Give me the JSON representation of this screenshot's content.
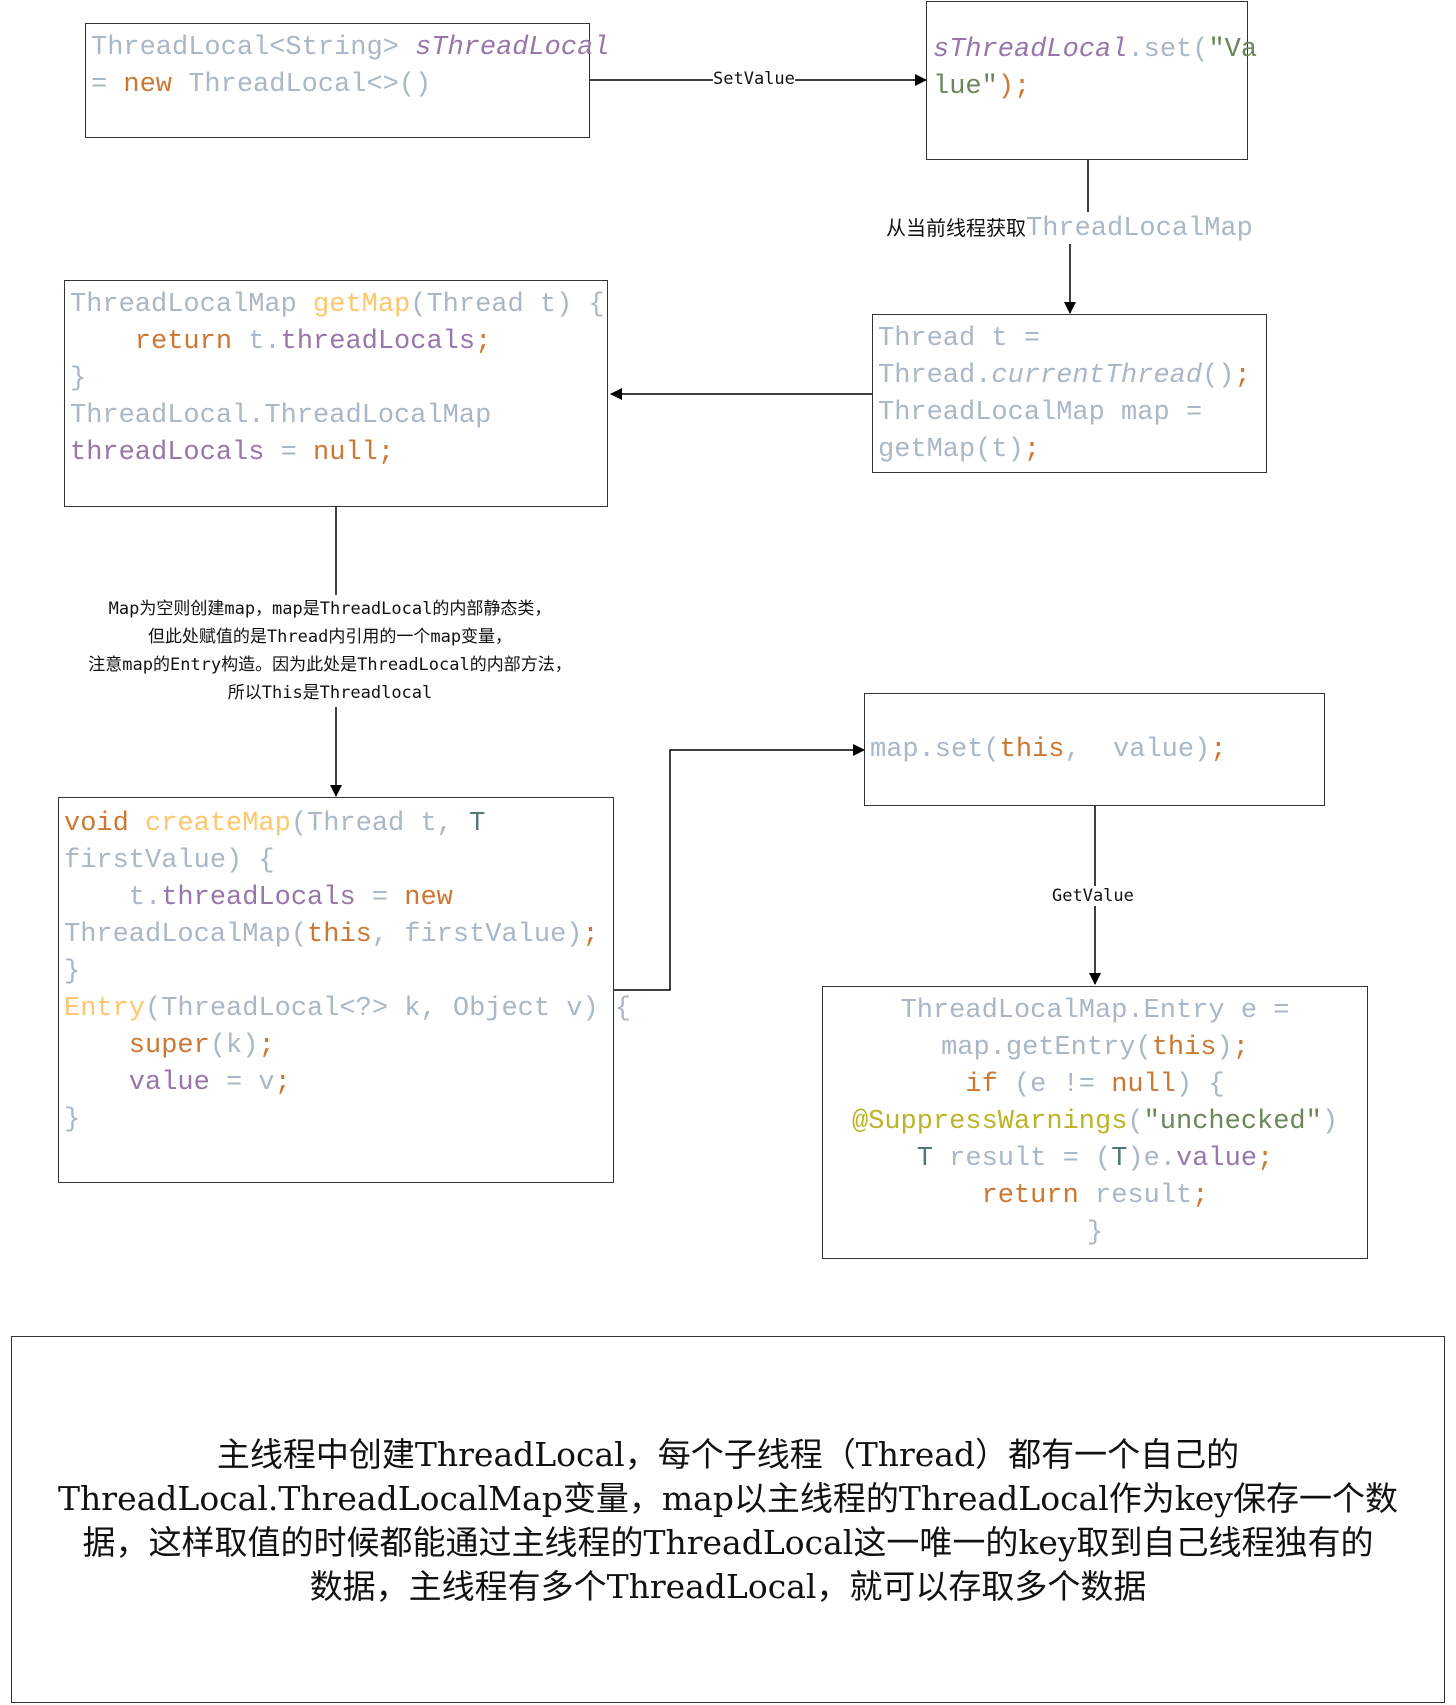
{
  "boxes": {
    "declare": {
      "lines": [
        [
          {
            "t": "ThreadLocal<String> ",
            "c": "g"
          },
          {
            "t": "sThreadLocal",
            "c": "it"
          }
        ],
        [
          {
            "t": "= ",
            "c": "g"
          },
          {
            "t": "new ",
            "c": "k"
          },
          {
            "t": "ThreadLocal<>()",
            "c": "g"
          }
        ]
      ]
    },
    "set_value": {
      "lines": [
        [
          {
            "t": "sThreadLocal",
            "c": "it"
          },
          {
            "t": ".set(",
            "c": "g"
          },
          {
            "t": "\"Va",
            "c": "s"
          }
        ],
        [
          {
            "t": "lue\"",
            "c": "s"
          },
          {
            "t": ");",
            "c": "k"
          }
        ]
      ]
    },
    "current_thread": {
      "lines": [
        [
          {
            "t": "Thread t =",
            "c": "g"
          }
        ],
        [
          {
            "t": "Thread.",
            "c": "g"
          },
          {
            "t": "currentThread",
            "c": "si"
          },
          {
            "t": "()",
            "c": "g"
          },
          {
            "t": ";",
            "c": "k"
          }
        ],
        [
          {
            "t": "ThreadLocalMap map =",
            "c": "g"
          }
        ],
        [
          {
            "t": "getMap(t)",
            "c": "g"
          },
          {
            "t": ";",
            "c": "k"
          }
        ]
      ]
    },
    "get_map": {
      "lines": [
        [
          {
            "t": "ThreadLocalMap ",
            "c": "g"
          },
          {
            "t": "getMap",
            "c": "f"
          },
          {
            "t": "(Thread t) {",
            "c": "g"
          }
        ],
        [
          {
            "t": "    return ",
            "c": "k"
          },
          {
            "t": "t.",
            "c": "g"
          },
          {
            "t": "threadLocals",
            "c": "v"
          },
          {
            "t": ";",
            "c": "k"
          }
        ],
        [
          {
            "t": "}",
            "c": "g"
          }
        ],
        [
          {
            "t": "ThreadLocal.ThreadLocalMap",
            "c": "g"
          }
        ],
        [
          {
            "t": "threadLocals",
            "c": "v"
          },
          {
            "t": " = ",
            "c": "g"
          },
          {
            "t": "null;",
            "c": "k"
          }
        ]
      ]
    },
    "create_map": {
      "lines": [
        [
          {
            "t": "void ",
            "c": "k"
          },
          {
            "t": "createMap",
            "c": "f"
          },
          {
            "t": "(Thread t, ",
            "c": "g"
          },
          {
            "t": "T",
            "c": "t"
          }
        ],
        [
          {
            "t": "firstValue) {",
            "c": "g"
          }
        ],
        [
          {
            "t": "    t.",
            "c": "g"
          },
          {
            "t": "threadLocals",
            "c": "v"
          },
          {
            "t": " = ",
            "c": "g"
          },
          {
            "t": "new",
            "c": "k"
          }
        ],
        [
          {
            "t": "ThreadLocalMap(",
            "c": "g"
          },
          {
            "t": "this",
            "c": "k"
          },
          {
            "t": ", firstValue)",
            "c": "g"
          },
          {
            "t": ";",
            "c": "k"
          }
        ],
        [
          {
            "t": "}",
            "c": "g"
          }
        ],
        [
          {
            "t": "Entry",
            "c": "f"
          },
          {
            "t": "(ThreadLocal<?> k, Object v) {",
            "c": "g"
          }
        ],
        [
          {
            "t": "    super",
            "c": "k"
          },
          {
            "t": "(k)",
            "c": "g"
          },
          {
            "t": ";",
            "c": "k"
          }
        ],
        [
          {
            "t": "    value",
            "c": "v"
          },
          {
            "t": " = v",
            "c": "g"
          },
          {
            "t": ";",
            "c": "k"
          }
        ],
        [
          {
            "t": "}",
            "c": "g"
          }
        ]
      ]
    },
    "map_set": {
      "lines": [
        [
          {
            "t": "map.set(",
            "c": "g"
          },
          {
            "t": "this",
            "c": "k"
          },
          {
            "t": ",  value)",
            "c": "g"
          },
          {
            "t": ";",
            "c": "k"
          }
        ]
      ]
    },
    "get_entry": {
      "lines": [
        [
          {
            "t": "ThreadLocalMap.Entry e =",
            "c": "g"
          }
        ],
        [
          {
            "t": "map.getEntry(",
            "c": "g"
          },
          {
            "t": "this",
            "c": "k"
          },
          {
            "t": ")",
            "c": "g"
          },
          {
            "t": ";",
            "c": "k"
          }
        ],
        [
          {
            "t": "if ",
            "c": "k"
          },
          {
            "t": "(e != ",
            "c": "g"
          },
          {
            "t": "null",
            "c": "k"
          },
          {
            "t": ") {",
            "c": "g"
          }
        ],
        [
          {
            "t": "@SuppressWarnings",
            "c": "a"
          },
          {
            "t": "(",
            "c": "g"
          },
          {
            "t": "\"unchecked\"",
            "c": "s"
          },
          {
            "t": ")",
            "c": "g"
          }
        ],
        [
          {
            "t": "T ",
            "c": "t"
          },
          {
            "t": "result = (",
            "c": "g"
          },
          {
            "t": "T",
            "c": "t"
          },
          {
            "t": ")e.",
            "c": "g"
          },
          {
            "t": "value",
            "c": "v"
          },
          {
            "t": ";",
            "c": "k"
          }
        ],
        [
          {
            "t": "return ",
            "c": "k"
          },
          {
            "t": "result",
            "c": "g"
          },
          {
            "t": ";",
            "c": "k"
          }
        ],
        [
          {
            "t": "}",
            "c": "g"
          }
        ]
      ]
    }
  },
  "labels": {
    "set_value": "SetValue",
    "get_thread_map_prefix": "从当前线程获取",
    "get_thread_map_code": "ThreadLocalMap",
    "create_note_1": "Map为空则创建map，map是ThreadLocal的内部静态类，",
    "create_note_2": "但此处赋值的是Thread内引用的一个map变量，",
    "create_note_3": "注意map的Entry构造。因为此处是ThreadLocal的内部方法，",
    "create_note_4": "所以This是Threadlocal",
    "get_value": "GetValue"
  },
  "summary": {
    "line1": "主线程中创建ThreadLocal，每个子线程（Thread）都有一个自己的",
    "line2": "ThreadLocal.ThreadLocalMap变量，map以主线程的ThreadLocal作为key保存一个数",
    "line3": "据，这样取值的时候都能通过主线程的ThreadLocal这一唯一的key取到自己线程独有的",
    "line4": "数据，主线程有多个ThreadLocal，就可以存取多个数据"
  }
}
